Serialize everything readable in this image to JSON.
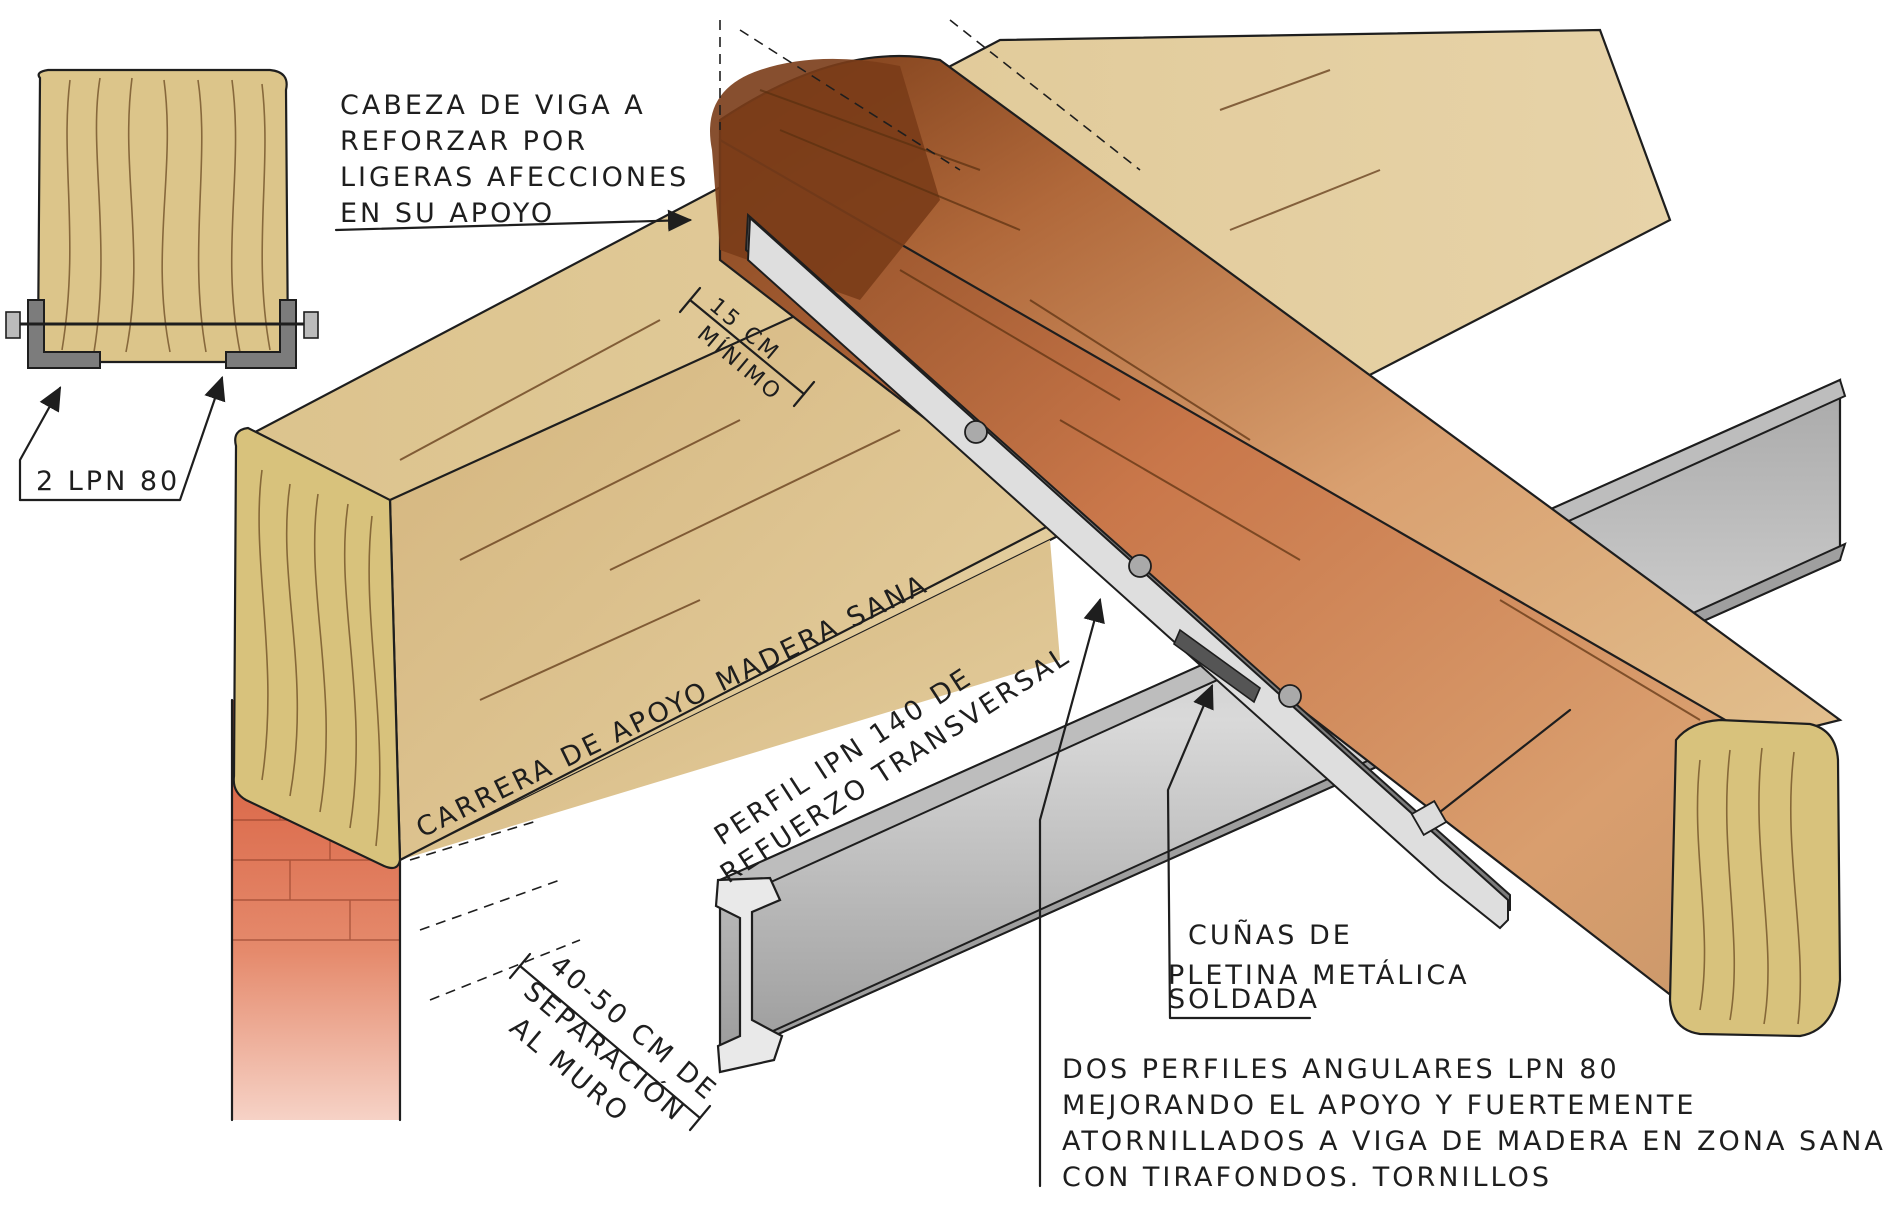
{
  "labels": {
    "beam_head": [
      "CABEZA DE VIGA A",
      "REFORZAR POR",
      "LIGERAS AFECCIONES",
      "EN SU APOYO"
    ],
    "inset_profiles": "2 LPN 80",
    "distance_min": [
      "15 CM",
      "MÍNIMO"
    ],
    "support_beam": "CARRERA DE APOYO MADERA SANA",
    "ipn_profile": [
      "PERFIL IPN 140 DE",
      "REFUERZO TRANSVERSAL"
    ],
    "wedges": [
      "CUÑAS DE",
      "PLETINA METÁLICA",
      "SOLDADA"
    ],
    "wall_gap": [
      "40-50 CM DE",
      "SEPARACIÓN",
      "AL MURO"
    ],
    "angle_profiles": [
      "DOS PERFILES ANGULARES LPN 80",
      "MEJORANDO EL APOYO Y FUERTEMENTE",
      "ATORNILLADOS A VIGA DE MADERA EN ZONA SANA",
      "CON TIRAFONDOS. TORNILLOS"
    ]
  },
  "colors": {
    "wood_light": "#e6cfa0",
    "wood_top": "#d9bd86",
    "wood_end": "#d8c27c",
    "wood_damaged": "#8a4a22",
    "beam_red": "#c9774a",
    "steel": "#c8c8c8",
    "steel_dark": "#8e8e8e",
    "brick": "#d9664a"
  }
}
